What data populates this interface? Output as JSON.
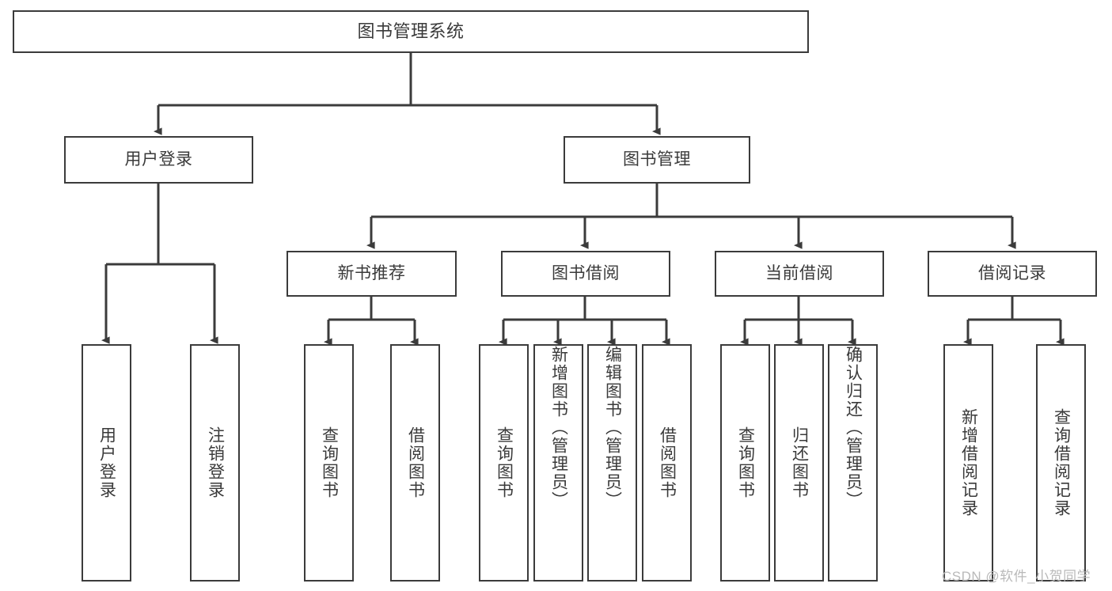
{
  "diagram": {
    "title": "图书管理系统",
    "type": "functional-structure-tree",
    "watermark": "CSDN @软件_小贺同学",
    "colors": {
      "node_border": "#3b3b3b",
      "node_fill": "#ffffff",
      "text": "#3a3a3a",
      "edge": "#3b3b3b",
      "watermark": "#b9b9b9",
      "background": "#ffffff"
    },
    "levels": {
      "level1": "系统",
      "level2": "模块",
      "level3": "子模块",
      "level4": "功能点"
    },
    "nodes": {
      "root": {
        "label": "图书管理系统",
        "orientation": "horizontal"
      },
      "level2": [
        {
          "id": "user-login",
          "label": "用户登录",
          "orientation": "horizontal"
        },
        {
          "id": "book-manage",
          "label": "图书管理",
          "orientation": "horizontal"
        }
      ],
      "level3": [
        {
          "id": "new-book-recommend",
          "label": "新书推荐",
          "orientation": "horizontal"
        },
        {
          "id": "book-borrow",
          "label": "图书借阅",
          "orientation": "horizontal"
        },
        {
          "id": "current-borrow",
          "label": "当前借阅",
          "orientation": "horizontal"
        },
        {
          "id": "borrow-record",
          "label": "借阅记录",
          "orientation": "horizontal"
        }
      ],
      "leaves": [
        {
          "id": "leaf-user-login",
          "label": "用户登录",
          "parent": "user-login",
          "orientation": "vertical",
          "align": "center"
        },
        {
          "id": "leaf-logout",
          "label": "注销登录",
          "parent": "user-login",
          "orientation": "vertical",
          "align": "center"
        },
        {
          "id": "leaf-query-book-1",
          "label": "查询图书",
          "parent": "new-book-recommend",
          "orientation": "vertical",
          "align": "center"
        },
        {
          "id": "leaf-borrow-book-1",
          "label": "借阅图书",
          "parent": "new-book-recommend",
          "orientation": "vertical",
          "align": "center"
        },
        {
          "id": "leaf-query-book-2",
          "label": "查询图书",
          "parent": "book-borrow",
          "orientation": "vertical",
          "align": "center"
        },
        {
          "id": "leaf-add-book",
          "label": "新增图书（管理员）",
          "parent": "book-borrow",
          "orientation": "vertical",
          "align": "start"
        },
        {
          "id": "leaf-edit-book",
          "label": "编辑图书（管理员）",
          "parent": "book-borrow",
          "orientation": "vertical",
          "align": "start"
        },
        {
          "id": "leaf-borrow-book-2",
          "label": "借阅图书",
          "parent": "book-borrow",
          "orientation": "vertical",
          "align": "center"
        },
        {
          "id": "leaf-query-book-3",
          "label": "查询图书",
          "parent": "current-borrow",
          "orientation": "vertical",
          "align": "center"
        },
        {
          "id": "leaf-return-book",
          "label": "归还图书",
          "parent": "current-borrow",
          "orientation": "vertical",
          "align": "center"
        },
        {
          "id": "leaf-confirm-return",
          "label": "确认归还（管理员）",
          "parent": "current-borrow",
          "orientation": "vertical",
          "align": "start"
        },
        {
          "id": "leaf-add-record",
          "label": "新增借阅记录",
          "parent": "borrow-record",
          "orientation": "vertical",
          "align": "center"
        },
        {
          "id": "leaf-query-record",
          "label": "查询借阅记录",
          "parent": "borrow-record",
          "orientation": "vertical",
          "align": "center"
        }
      ]
    }
  }
}
